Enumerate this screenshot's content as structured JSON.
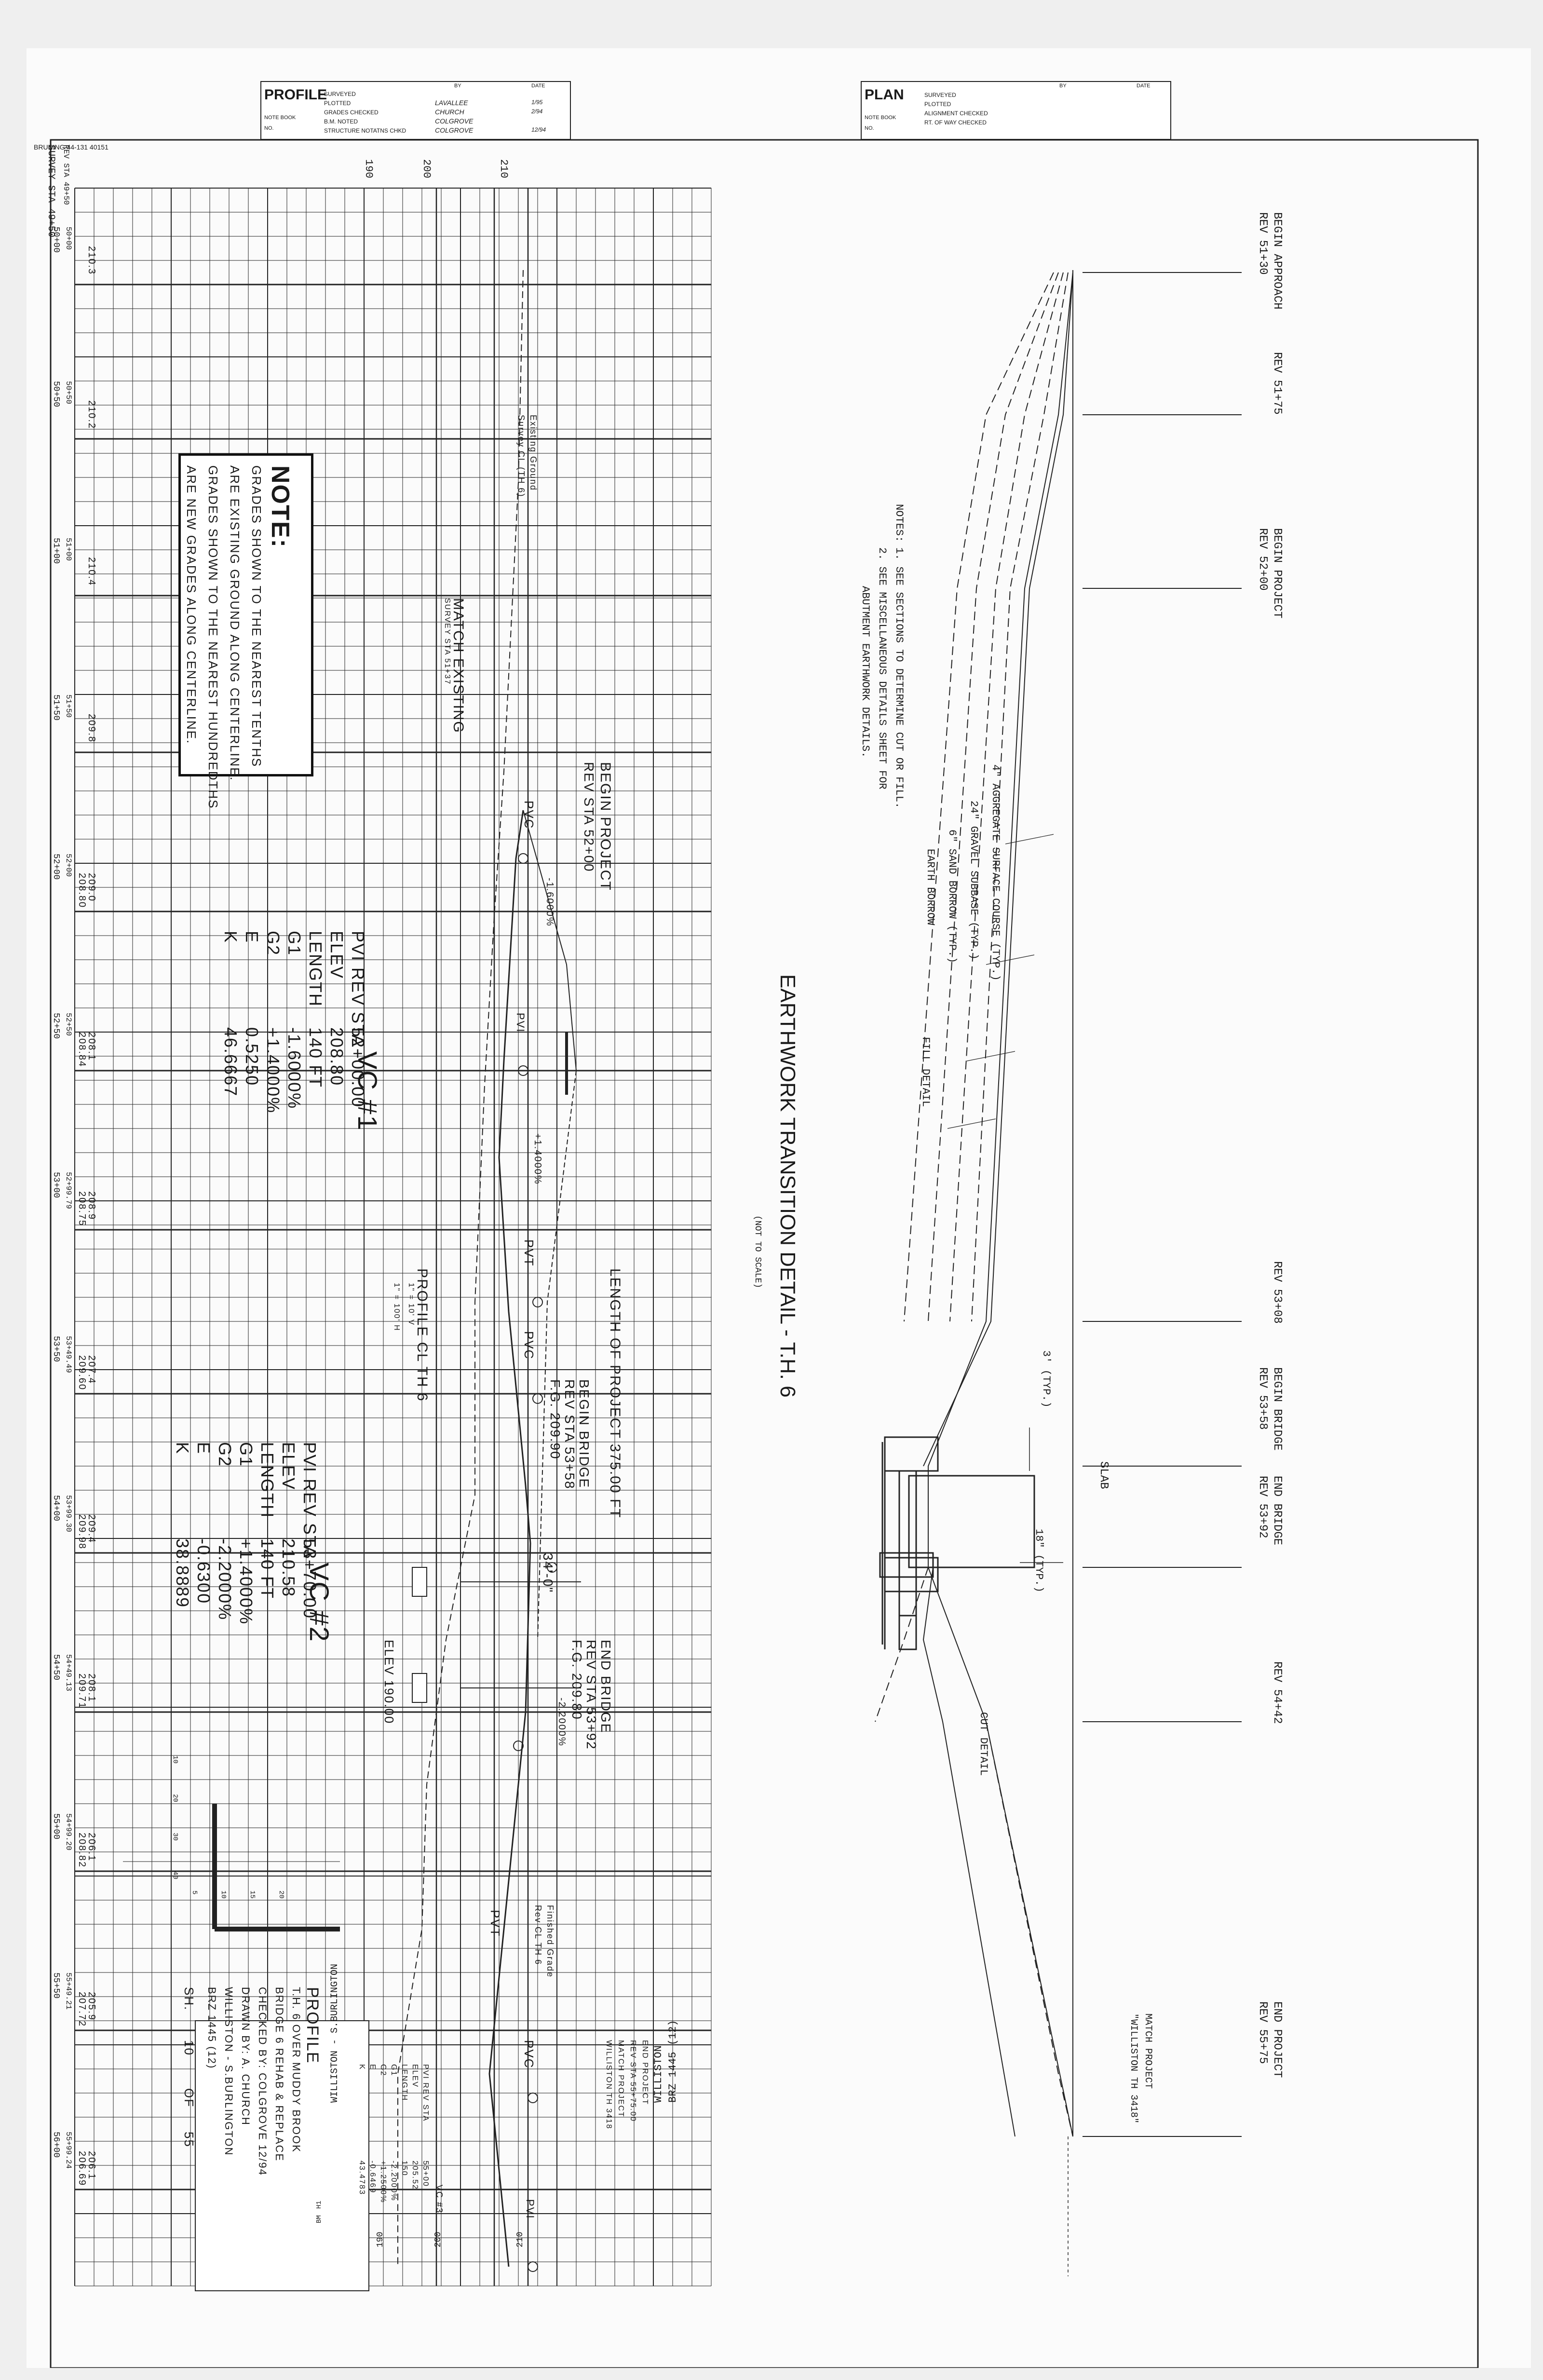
{
  "drawing_no": "BRUNING 44-131 40151",
  "profile_block": {
    "title": "PROFILE",
    "note_book": "NOTE BOOK",
    "no": "NO.",
    "by": "BY",
    "date": "DATE",
    "rows": [
      {
        "label": "SURVEYED",
        "by": "",
        "date": ""
      },
      {
        "label": "PLOTTED",
        "by": "LAVALLEE",
        "date": "1/95"
      },
      {
        "label": "GRADES CHECKED",
        "by": "CHURCH",
        "date": "2/94"
      },
      {
        "label": "B.M. NOTED",
        "by": "COLGROVE",
        "date": ""
      },
      {
        "label": "STRUCTURE NOTATNS CHKD",
        "by": "COLGROVE",
        "date": "12/94"
      }
    ]
  },
  "plan_block": {
    "title": "PLAN",
    "note_book": "NOTE BOOK",
    "no": "NO.",
    "by": "BY",
    "date": "DATE",
    "rows": [
      "SURVEYED",
      "PLOTTED",
      "ALIGNMENT CHECKED",
      "RT. OF WAY CHECKED"
    ]
  },
  "earthwork": {
    "title": "EARTHWORK TRANSITION DETAIL - T.H. 6",
    "subtitle": "(NOT TO SCALE)",
    "fill_detail": "FILL DETAIL",
    "cut_detail": "CUT DETAIL",
    "slab": "SLAB",
    "dim_3ft": "3' (TYP.)",
    "dim_18in": "18\" (TYP.)",
    "layers": [
      "4\" AGGREGATE SURFACE COURSE (TYP.)",
      "24\" GRAVEL SUBBASE (TYP.)",
      "6\" SAND BORROW (TYP.)",
      "EARTH BORROW"
    ],
    "notes_title": "NOTES:",
    "notes": [
      "1.  SEE SECTIONS TO DETERMINE CUT OR FILL.",
      "2.  SEE MISCELLANEOUS DETAILS SHEET FOR",
      "ABUTMENT EARTHWORK DETAILS."
    ],
    "stations": [
      {
        "l1": "BEGIN APPROACH",
        "l2": "REV  51+30"
      },
      {
        "l1": "REV 51+75",
        "l2": ""
      },
      {
        "l1": "BEGIN PROJECT",
        "l2": "REV  52+00"
      },
      {
        "l1": "REV  53+08",
        "l2": ""
      },
      {
        "l1": "BEGIN BRIDGE",
        "l2": "REV  53+58"
      },
      {
        "l1": "END BRIDGE",
        "l2": "REV  53+92"
      },
      {
        "l1": "REV  54+42",
        "l2": ""
      },
      {
        "l1": "END PROJECT",
        "l2": "REV  55+75"
      }
    ],
    "match": {
      "l1": "MATCH PROJECT",
      "l2": "\"WILLISTON TH 3418\""
    }
  },
  "profile": {
    "elev_labels": [
      "210",
      "200",
      "190"
    ],
    "left_header": "SURVEY STA 49+50",
    "left_header2": "REV STA 49+50",
    "stations": [
      {
        "sta": "50+00",
        "sub": "50+00",
        "elev": "210.3",
        "grade": ""
      },
      {
        "sta": "50+50",
        "sub": "50+50",
        "elev": "210.2",
        "grade": ""
      },
      {
        "sta": "51+00",
        "sub": "51+00",
        "elev": "210.4",
        "grade": ""
      },
      {
        "sta": "51+50",
        "sub": "51+50",
        "elev": "209.8",
        "grade": ""
      },
      {
        "sta": "52+00",
        "sub": "52+00",
        "elev": "209.0",
        "grade": "208.80"
      },
      {
        "sta": "52+50",
        "sub": "52+50",
        "elev": "208.1",
        "grade": "208.84"
      },
      {
        "sta": "53+00",
        "sub": "52+99.79",
        "elev": "208.9",
        "grade": "208.75"
      },
      {
        "sta": "53+50",
        "sub": "53+49.49",
        "elev": "207.4",
        "grade": "209.60"
      },
      {
        "sta": "54+00",
        "sub": "53+99.30",
        "elev": "209.4",
        "grade": "209.98"
      },
      {
        "sta": "54+50",
        "sub": "54+49.13",
        "elev": "208.1",
        "grade": "209.71"
      },
      {
        "sta": "55+00",
        "sub": "54+99.20",
        "elev": "206.1",
        "grade": "208.82"
      },
      {
        "sta": "55+50",
        "sub": "55+49.21",
        "elev": "205.9",
        "grade": "207.72"
      },
      {
        "sta": "56+00",
        "sub": "55+99.24",
        "elev": "206.1",
        "grade": "206.69"
      }
    ],
    "note_title": "NOTE:",
    "note_lines": [
      "GRADES SHOWN TO THE NEAREST TENTHS",
      "ARE EXISTING GROUND ALONG CENTERLINE.",
      "GRADES SHOWN TO THE NEAREST HUNDREDTHS",
      "ARE NEW GRADES ALONG CENTERLINE."
    ],
    "existing_ground": "Existing Ground",
    "existing_ground2": "Survey CL (TH 6)",
    "match_existing": "MATCH EXISTING",
    "match_existing2": "SURVEY STA 51+37",
    "begin_project": "BEGIN PROJECT",
    "begin_project2": "REV STA 52+00",
    "pvc": "PVC",
    "pvi": "PVI",
    "pvt": "PVT",
    "grade1": "-1.6000%",
    "grade2": "+1.4000%",
    "grade3": "-2.2000%",
    "length_of_project": "LENGTH OF PROJECT 375.00 FT",
    "begin_bridge": "BEGIN BRIDGE",
    "begin_bridge2": "REV STA 53+58",
    "begin_bridge3": "F.G. 209.90",
    "end_bridge": "END BRIDGE",
    "end_bridge2": "REV STA 53+92",
    "end_bridge3": "F.G. 209.80",
    "span": "34'-0\"",
    "elev_low": "ELEV 190.00",
    "profile_cl": "PROFILE CL TH 6",
    "scale1": "1\" = 10' V",
    "scale2": "1\" = 100' H",
    "finished_grade": "Finished Grade",
    "finished_grade2": "Rev CL TH 6",
    "vc1": {
      "title": "VC #1",
      "rows": [
        [
          "PVI REV STA",
          "52+00.00"
        ],
        [
          "ELEV",
          "208.80"
        ],
        [
          "LENGTH",
          "140 FT"
        ],
        [
          "G1",
          "-1.6000%"
        ],
        [
          "G2",
          "+1.4000%"
        ],
        [
          "E",
          "0.5250"
        ],
        [
          "K",
          "46.6667"
        ]
      ]
    },
    "vc2": {
      "title": "VC #2",
      "rows": [
        [
          "PVI REV STA",
          "53+70.00"
        ],
        [
          "ELEV",
          "210.58"
        ],
        [
          "LENGTH",
          "140 FT"
        ],
        [
          "G1",
          "+1.4000%"
        ],
        [
          "G2",
          "-2.2000%"
        ],
        [
          "E",
          "-0.6300"
        ],
        [
          "K",
          "38.8889"
        ]
      ]
    },
    "vc3": {
      "title": "VC #3",
      "rows": [
        [
          "PVI REV STA",
          "55+00"
        ],
        [
          "ELEV",
          "205.52"
        ],
        [
          "LENGTH",
          "150"
        ],
        [
          "G1",
          "-2.2000%"
        ],
        [
          "G2",
          "+1.2500%"
        ],
        [
          "E",
          "-0.6469"
        ],
        [
          "K",
          "43.4783"
        ]
      ]
    },
    "end_project": "END PROJECT",
    "end_project2": "REV STA 55+75.00",
    "end_project3": "MATCH PROJECT",
    "end_project4": "WILLISTON TH 3418",
    "scale_ticks": [
      "10",
      "20",
      "30",
      "40"
    ],
    "scale_ticks_v": [
      "5",
      "10",
      "15",
      "20"
    ],
    "bottom_elev": [
      "210",
      "200",
      "190"
    ]
  },
  "title_block": {
    "lines": [
      "PROFILE",
      "T.H. 6 OVER MUDDY BROOK",
      "BRIDGE 6 REHAB & REPLACE",
      "CHECKED BY: COLGROVE 12/94",
      "DRAWN BY: A. CHURCH",
      "WILLISTON - S.BURLINGTON",
      "BRZ 1445 (12)"
    ],
    "sheet_label": "SH.",
    "sheet_no": "10",
    "of": "OF",
    "total": "55",
    "bottom_name": "WILLISTON - S.BURLINGTON",
    "bottom_id": "BRZ 1445 (12)",
    "bottom_left": "BRZ 1445 (12)",
    "bottom_town": "WILLISTON",
    "bm": "BM",
    "bm_no": "H1"
  }
}
